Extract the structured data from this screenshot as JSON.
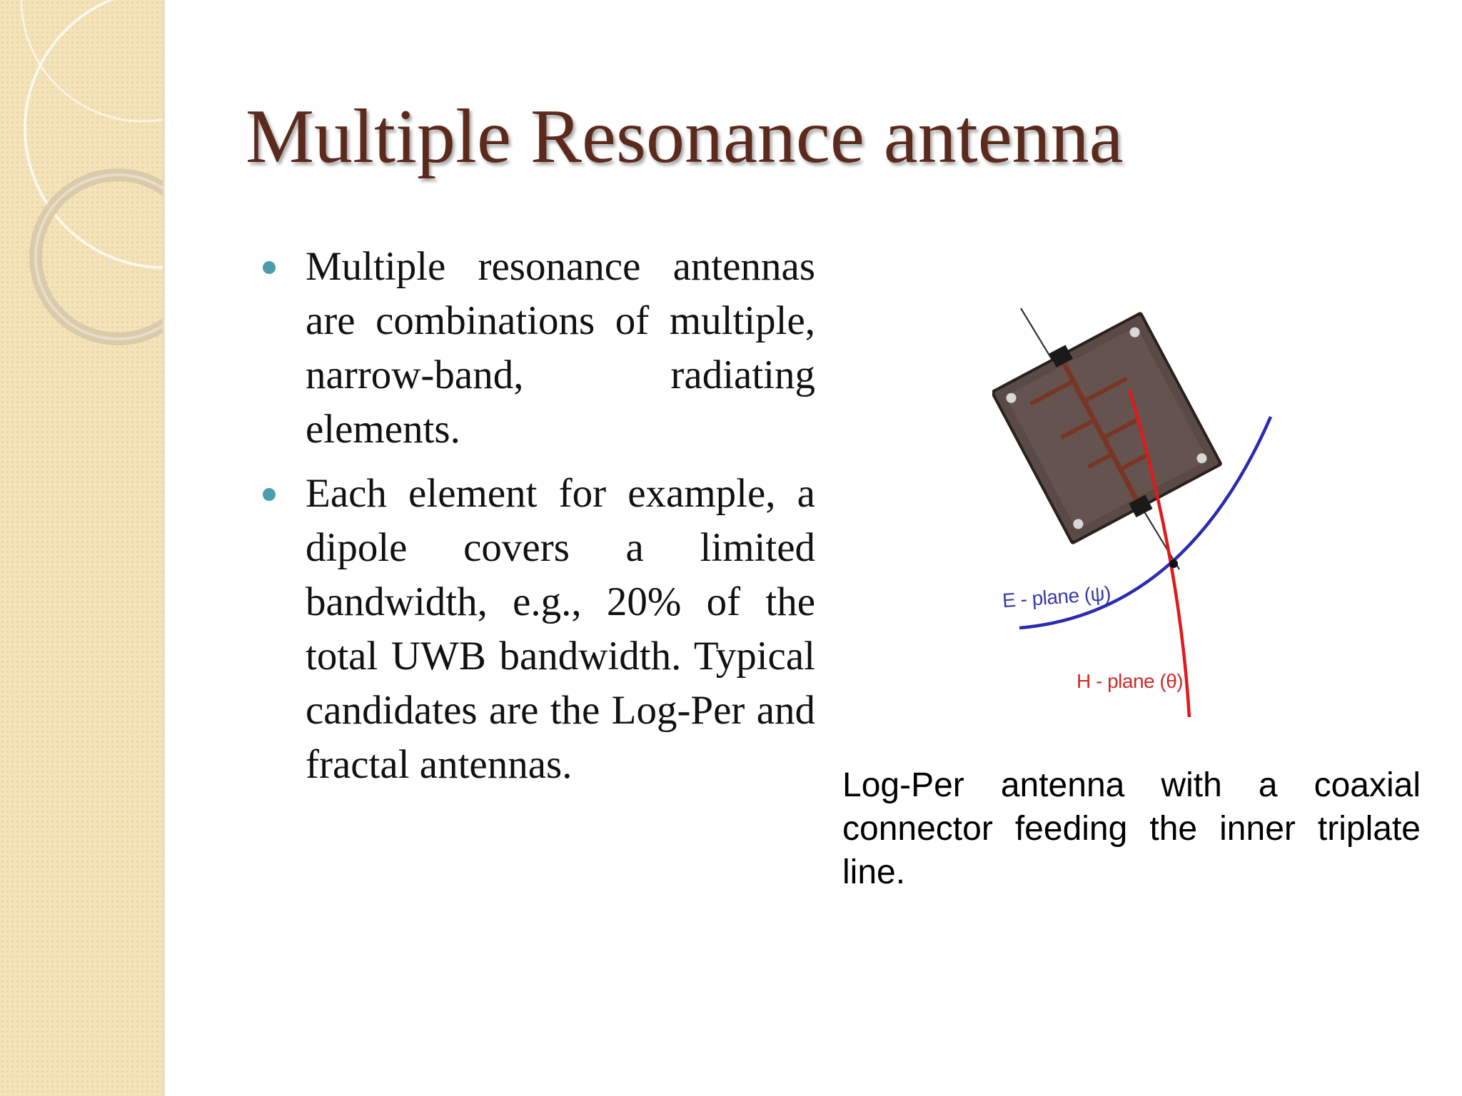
{
  "slide": {
    "title": "Multiple Resonance antenna",
    "bullets": [
      {
        "text": "Multiple resonance antennas are combinations of multiple, narrow-band, radiating elements."
      },
      {
        "text": "Each element for example, a dipole covers a limited bandwidth, e.g., 20% of the total UWB bandwidth. Typical candidates are the Log-Per and fractal antennas."
      }
    ],
    "figure": {
      "e_plane_label": "E - plane (ψ)",
      "h_plane_label": "H - plane (θ)",
      "colors": {
        "e_plane": "#2b2bb0",
        "h_plane": "#e01a1a",
        "board": "#4a3c38"
      }
    },
    "caption": "Log-Per antenna with a coaxial connector feeding the inner triplate line."
  },
  "theme": {
    "title_color": "#5b2a1c",
    "bullet_color": "#4c9eae",
    "band_color": "#f4e3b8"
  }
}
